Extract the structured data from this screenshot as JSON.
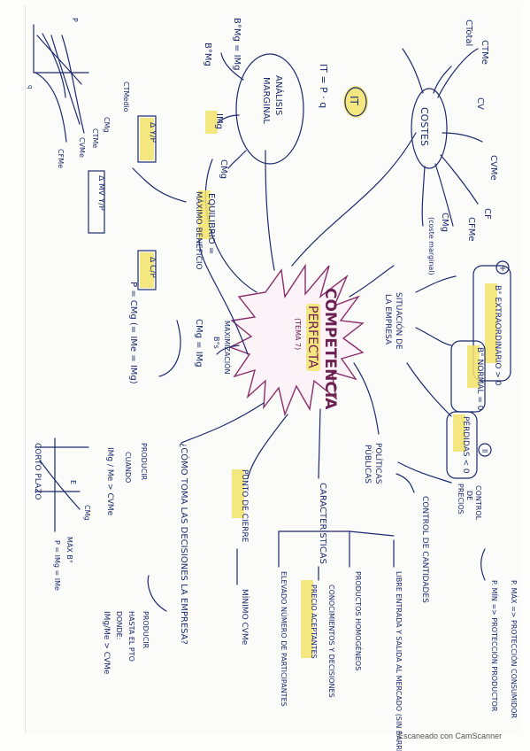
{
  "footer": "Escaneado con CamScanner",
  "center": {
    "title": "COMPETENCIA",
    "subtitle": "PERFECTA",
    "tema": "(TEMA 7)"
  },
  "costes": {
    "node": "COSTES",
    "items": [
      "CTMe",
      "CV",
      "CVMe",
      "CTotal",
      "CF",
      "CFMe",
      "CMg",
      "(coste marginal)"
    ]
  },
  "ingreso": {
    "node": "IT",
    "formula": "IT = P · q"
  },
  "analisis": {
    "node": [
      "ANÁLISIS",
      "MARGINAL"
    ],
    "labels": [
      "B°Mg = IMg",
      "B°Mg",
      "IMg",
      "CMg"
    ]
  },
  "graph_left": {
    "axis_p": "P",
    "axis_q": "q",
    "curves": [
      "CTMedio",
      "CMg",
      "CTMe",
      "CVMe",
      "CFMe"
    ],
    "boxes": [
      "Δ Y/P",
      "Δ MV Y/P"
    ]
  },
  "equilibrio": {
    "title": "EQUILIBRIO =",
    "subtitle": "MÁXIMO BENEFICIO",
    "box": "Δ C/P",
    "formula": "P = CMg (= IMe = IMg)",
    "max_title": "MAXIMIZACIÓN",
    "max_sub": "B°s",
    "max_formula": "CMg = IMg"
  },
  "situacion": {
    "label": [
      "SITUACIÓN DE",
      "LA EMPRESA"
    ],
    "items": [
      "B° EXTRAORDINARIO > 0",
      "B° NORMAL = 0",
      "PÉRDIDAS < 0"
    ],
    "marks": [
      "+",
      "="
    ]
  },
  "politicas": {
    "label": [
      "POLÍTICAS",
      "PÚBLICAS"
    ],
    "control_precios": [
      "CONTROL",
      "DE",
      "PRECIOS"
    ],
    "control_cantidades": "CONTROL DE CANTIDADES",
    "pmax": "P. MÁX => PROTECCIÓN CONSUMIDOR",
    "pmin": "P. MÍN => PROTECCIÓN PRODUCTOR"
  },
  "caracteristicas": {
    "title": "CARACTERÍSTICAS",
    "items": [
      "LIBRE ENTRADA Y SALIDA AL MERCADO (SIN BARRERAS)",
      "PRODUCTOS HOMOGÉNEOS",
      "CONOCIMIENTOS Y DECISIONES",
      "PRECIO ACEPTANTES",
      "ELEVADO NÚMERO DE PARTICIPANTES"
    ]
  },
  "cierre": {
    "title": "PUNTO DE CIERRE",
    "value": "MÍNIMO CVMe"
  },
  "decisiones": {
    "title": "¿CÓMO TOMA LAS DECISIONES LA EMPRESA?",
    "left": [
      "PRODUCIR",
      "CUANDO",
      "IMg / Me > CVMe"
    ],
    "right": [
      "PRODUCIR",
      "HASTA EL PTO",
      "DONDE:",
      "IMg/Me > CVMe"
    ],
    "graph": [
      "CMg",
      "E",
      "MÁX B°",
      "P = IMg = IMe"
    ],
    "corto": "CORTO PLAZO"
  }
}
